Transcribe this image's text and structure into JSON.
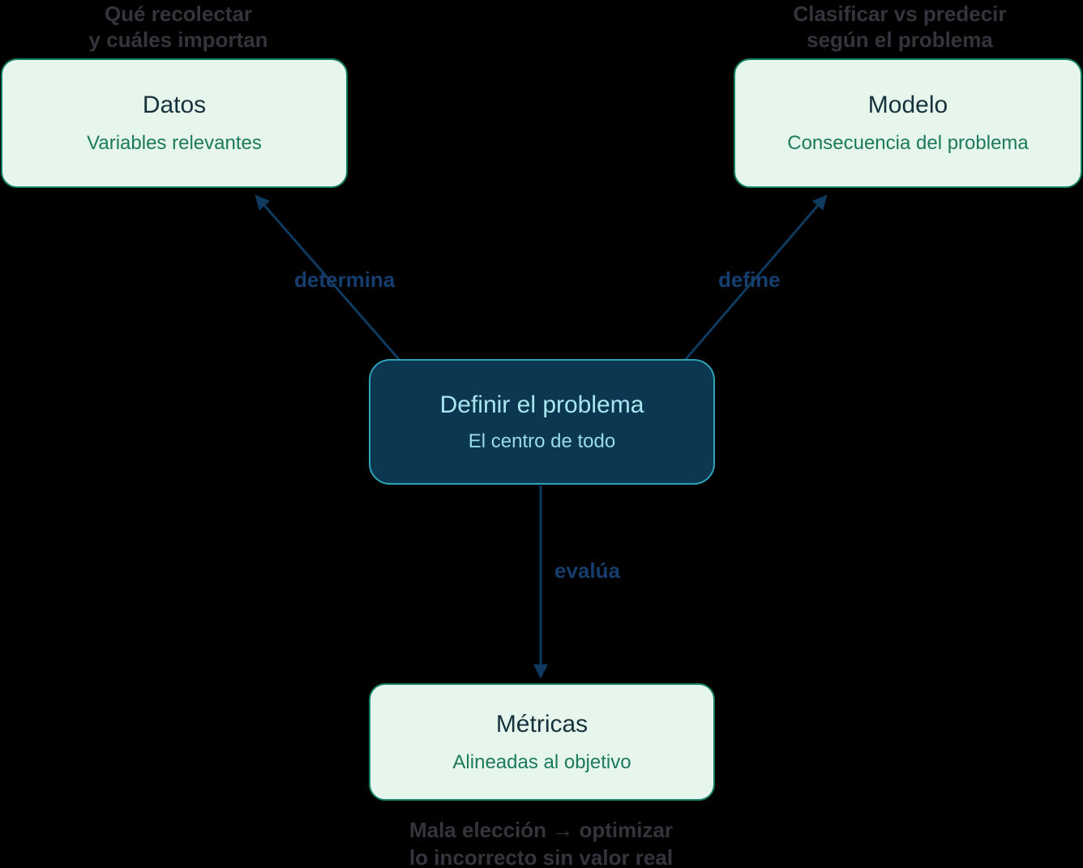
{
  "diagram": {
    "title_node": "Definir el problema"
  },
  "nodes": {
    "datos": {
      "title": "Datos",
      "subtitle": "Variables relevantes"
    },
    "modelo": {
      "title": "Modelo",
      "subtitle": "Consecuencia del problema"
    },
    "problema": {
      "title": "Definir el problema",
      "subtitle": "El centro de todo"
    },
    "metricas": {
      "title": "Métricas",
      "subtitle": "Alineadas al objetivo"
    }
  },
  "edges": {
    "determina": {
      "label": "determina"
    },
    "define": {
      "label": "define"
    },
    "evalua": {
      "label": "evalúa"
    }
  },
  "notes": {
    "datos": {
      "line1": "Qué recolectar",
      "line2": "y cuáles importan"
    },
    "modelo": {
      "line1": "Clasificar vs predecir",
      "line2": "según el problema"
    },
    "metricas": {
      "line1": "Mala elección → optimizar",
      "line2": "lo incorrecto sin valor real"
    }
  },
  "colors": {
    "background": "#000000",
    "light_node_fill": "#e7f6ec",
    "light_node_border": "#157f63",
    "light_node_title": "#15323c",
    "light_node_subtitle": "#1b7a5c",
    "dark_node_fill": "#0c3751",
    "dark_node_border": "#2fa3b8",
    "dark_node_title": "#a9e7f0",
    "dark_node_subtitle": "#9adbe8",
    "edge_line": "#0f3a5f",
    "edge_label": "#153e6e",
    "note_text": "#34353c"
  }
}
